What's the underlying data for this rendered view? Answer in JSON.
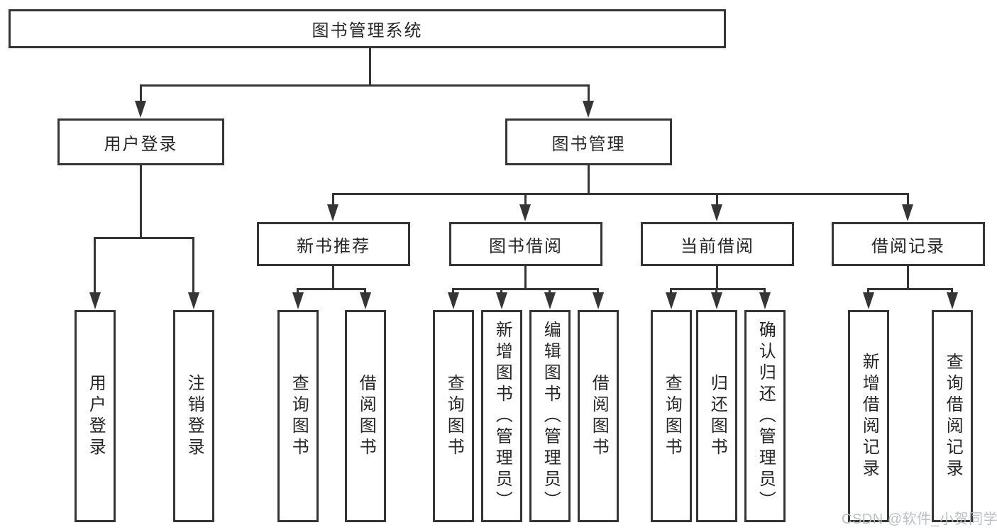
{
  "tree": {
    "root": {
      "label": "图书管理系统"
    },
    "branches": [
      {
        "label": "用户登录",
        "leaves": [
          "用户登录",
          "注销登录"
        ]
      },
      {
        "label": "图书管理",
        "sections": [
          {
            "label": "新书推荐",
            "leaves": [
              "查询图书",
              "借阅图书"
            ]
          },
          {
            "label": "图书借阅",
            "leaves": [
              "查询图书",
              "新增图书（管理员）",
              "编辑图书（管理员）",
              "借阅图书"
            ]
          },
          {
            "label": "当前借阅",
            "leaves": [
              "查询图书",
              "归还图书",
              "确认归还（管理员）"
            ]
          },
          {
            "label": "借阅记录",
            "leaves": [
              "新增借阅记录",
              "查询借阅记录"
            ]
          }
        ]
      }
    ]
  },
  "watermark": "CSDN @软件_小贺同学",
  "colors": {
    "line": "#353535",
    "text": "#262626",
    "background": "#ffffff",
    "watermark": "#b7bcc3"
  }
}
